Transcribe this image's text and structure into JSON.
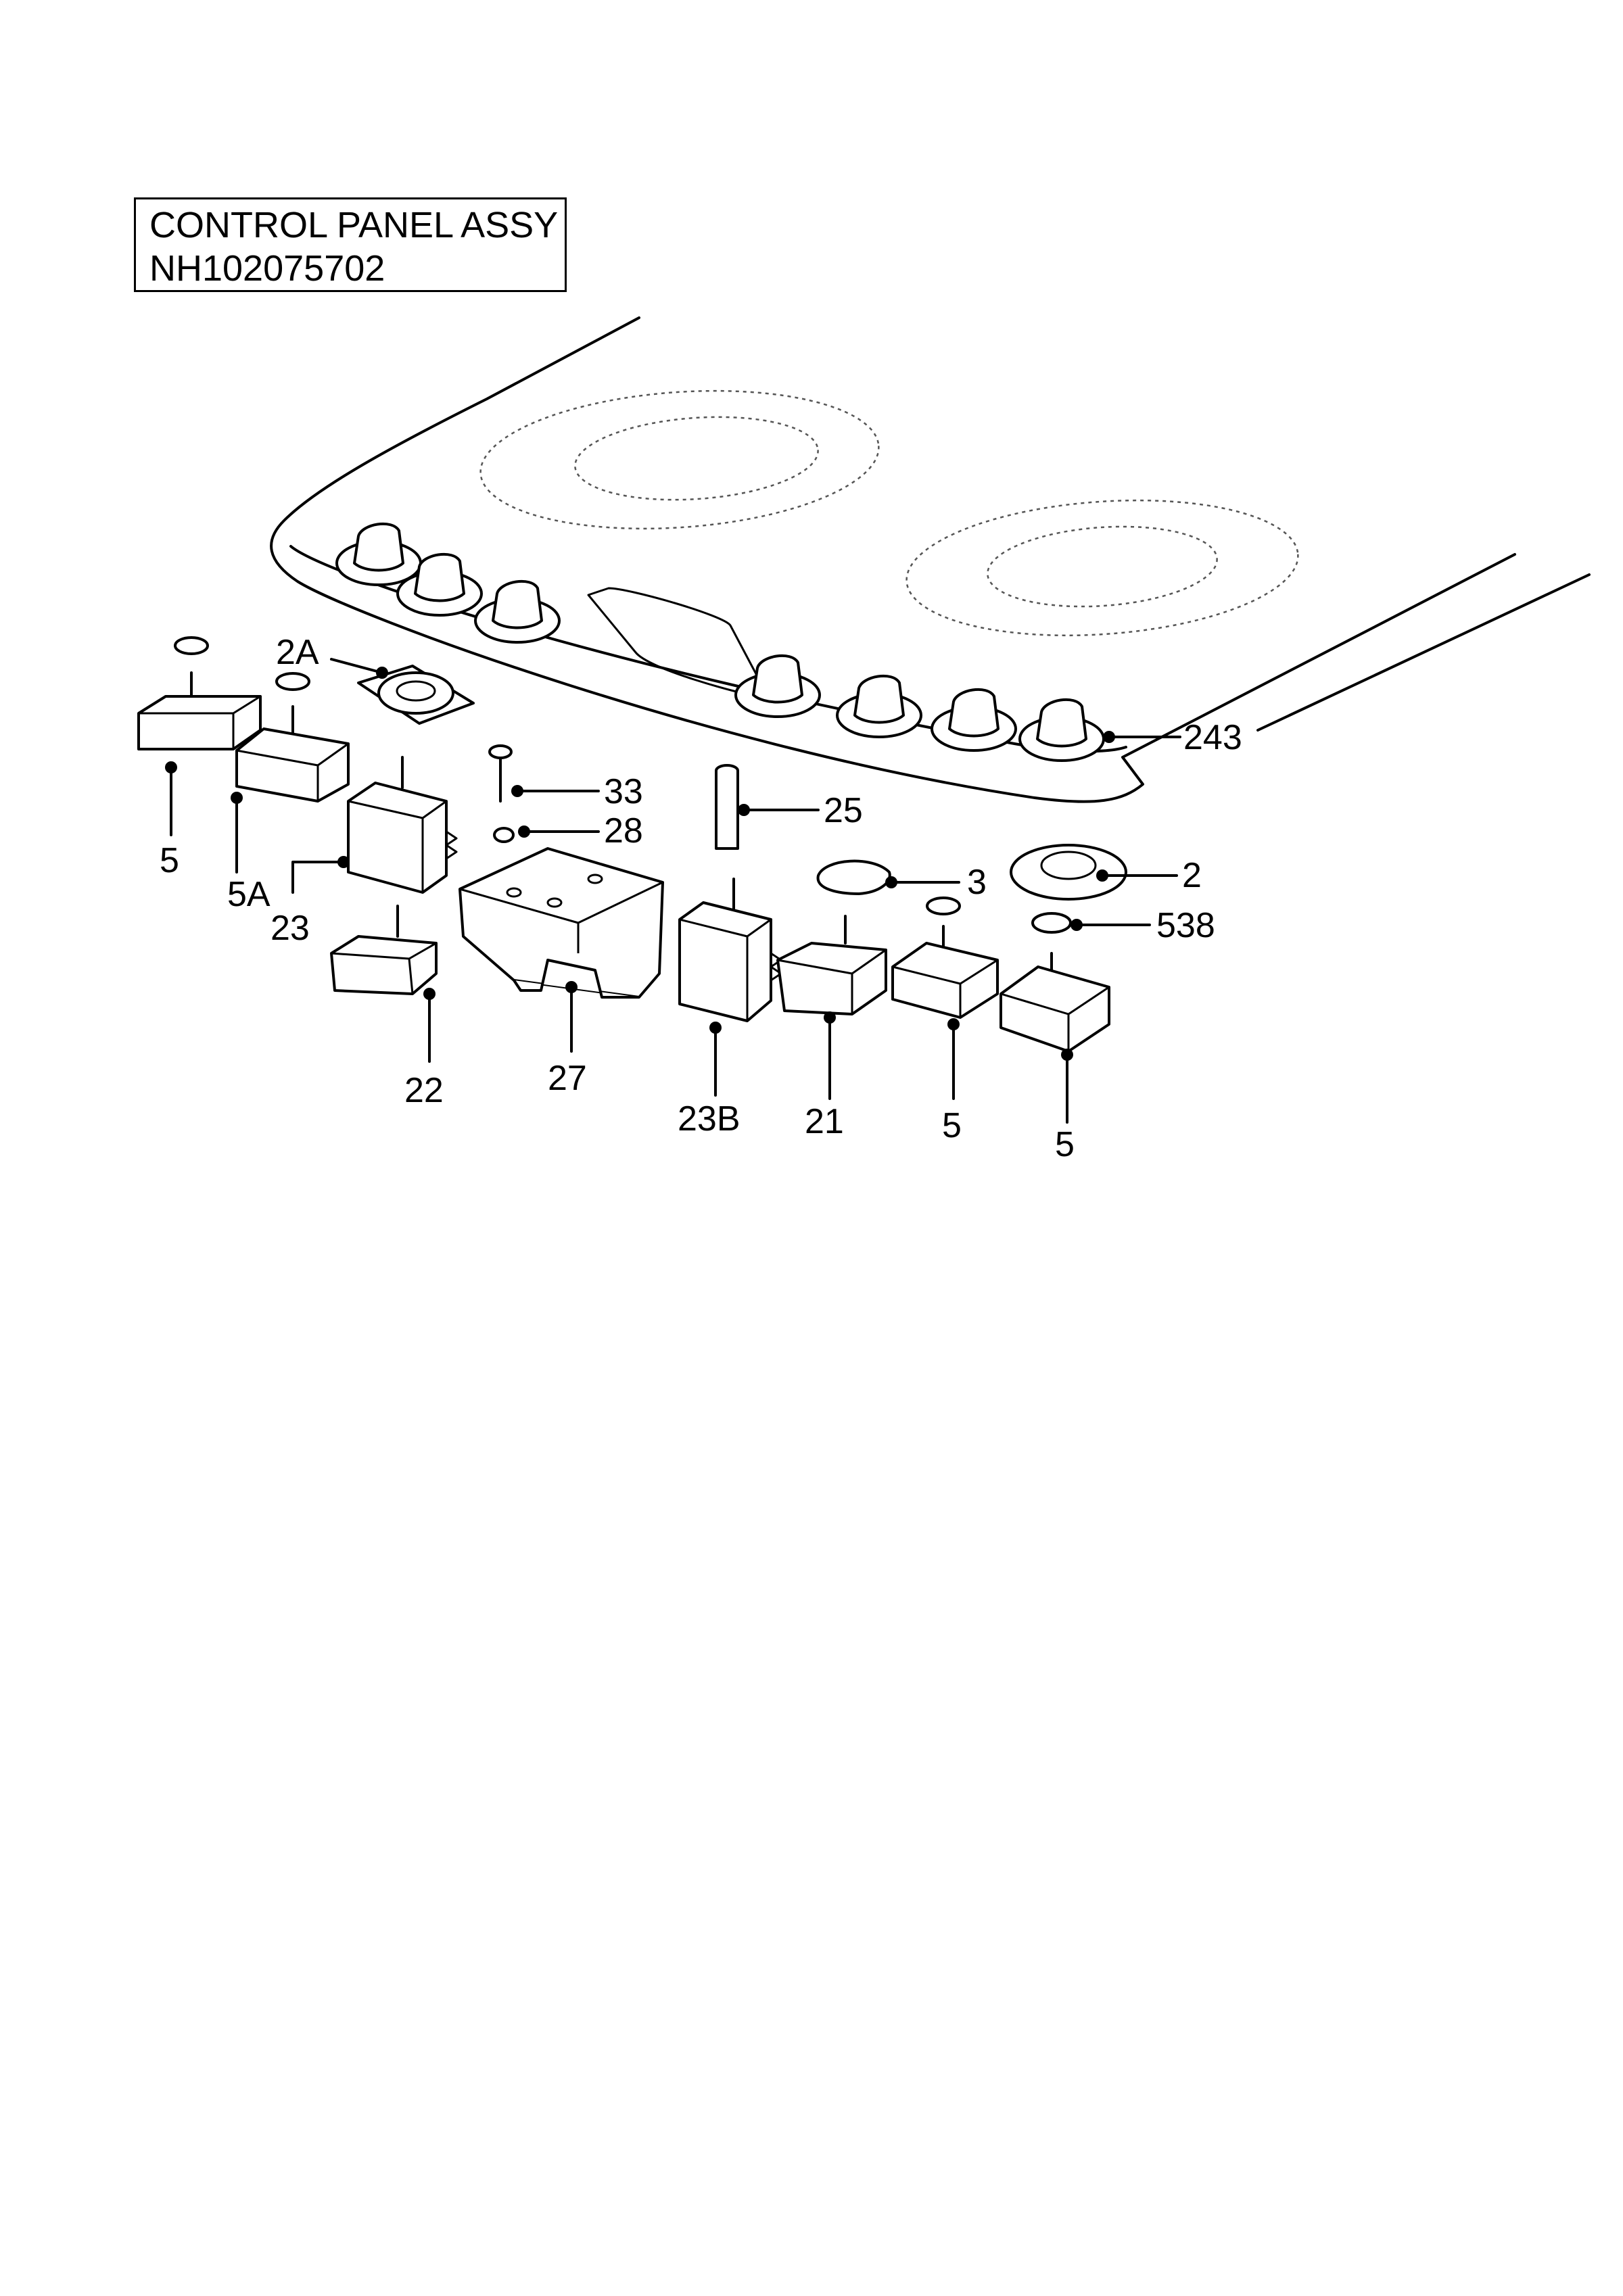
{
  "title": {
    "line1": "CONTROL PANEL ASSY",
    "line2": "NH102075702"
  },
  "callouts": {
    "c243": "243",
    "c2A": "2A",
    "c5_left": "5",
    "c5A": "5A",
    "c23": "23",
    "c22": "22",
    "c33": "33",
    "c28": "28",
    "c27": "27",
    "c25": "25",
    "c23B": "23B",
    "c21": "21",
    "c3": "3",
    "c2": "2",
    "c538": "538",
    "c5_mid": "5",
    "c5_right": "5"
  }
}
